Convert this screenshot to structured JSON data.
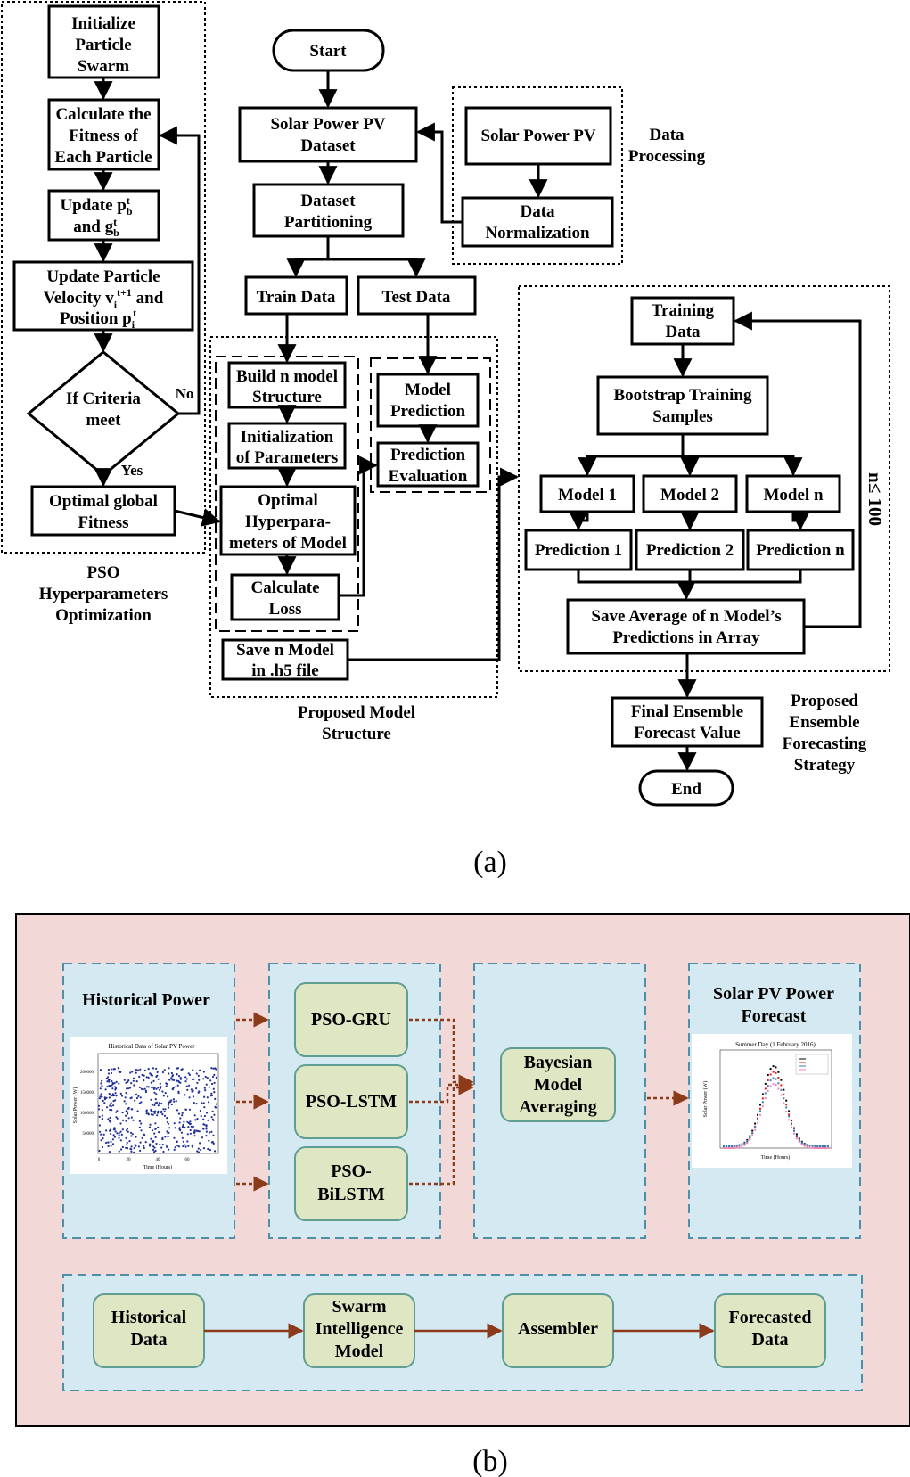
{
  "panel_a": {
    "caption": "(a)",
    "pso": {
      "init": [
        "Initialize",
        "Particle",
        "Swarm"
      ],
      "fitness": [
        "Calculate the",
        "Fitness of",
        "Each Particle"
      ],
      "update_pb_l1": "Update p",
      "update_pb_sup": "t",
      "update_pb_sub": "b",
      "update_pb_l2": "and g",
      "update_gb_sup": "t",
      "update_gb_sub": "b",
      "velocity_l1": "Update Particle",
      "velocity_l2a": "Velocity v",
      "velocity_sub": "i",
      "velocity_sup": "t+1",
      "velocity_l2b": " and",
      "velocity_l3a": "Position p",
      "velocity_l3sub": "i",
      "velocity_l3sup": "t",
      "criteria": [
        "If Criteria",
        "meet"
      ],
      "no": "No",
      "yes": "Yes",
      "optimal": [
        "Optimal global",
        "Fitness"
      ],
      "section_label": [
        "PSO",
        "Hyperparameters",
        "Optimization"
      ]
    },
    "main": {
      "start": "Start",
      "dataset": [
        "Solar Power PV",
        "Dataset"
      ],
      "partition": [
        "Dataset",
        "Partitioning"
      ],
      "train": "Train Data",
      "test": "Test Data",
      "build": [
        "Build n model",
        "Structure"
      ],
      "init_params": [
        "Initialization",
        "of Parameters"
      ],
      "optimal_hp": [
        "Optimal",
        "Hyperpara-",
        "meters of Model"
      ],
      "calc_loss": [
        "Calculate",
        "Loss"
      ],
      "save_model": [
        "Save n Model",
        "in .h5 file"
      ],
      "model_pred": [
        "Model",
        "Prediction"
      ],
      "pred_eval": [
        "Prediction",
        "Evaluation"
      ],
      "section_label": [
        "Proposed Model",
        "Structure"
      ]
    },
    "processing": {
      "solar_pv": "Solar Power  PV",
      "normalization": [
        "Data",
        "Normalization"
      ],
      "section_label": [
        "Data",
        "Processing"
      ]
    },
    "ensemble": {
      "training": [
        "Training",
        "Data"
      ],
      "bootstrap": [
        "Bootstrap Training",
        "Samples"
      ],
      "models": [
        "Model 1",
        "Model 2",
        "Model n"
      ],
      "predictions": [
        "Prediction 1",
        "Prediction 2",
        "Prediction n"
      ],
      "save_avg": [
        "Save Average of n Model’s",
        "Predictions in Array"
      ],
      "loop_label": "n≤ 100",
      "final": [
        "Final Ensemble",
        "Forecast Value"
      ],
      "end": "End",
      "section_label": [
        "Proposed",
        "Ensemble",
        "Forecasting",
        "Strategy"
      ]
    }
  },
  "panel_b": {
    "caption": "(b)",
    "historical_title": "Historical Power",
    "hist_chart_title": "Historical Data of Solar PV Power",
    "hist_chart_ylabel": "Solar Power (W)",
    "hist_chart_xlabel": "Time (Hours)",
    "hist_y_ticks": [
      "200000",
      "150000",
      "100000",
      "50000"
    ],
    "hist_x_ticks": [
      "0",
      "20",
      "40",
      "60"
    ],
    "models": [
      "PSO-GRU",
      "PSO-LSTM",
      [
        "PSO-",
        "BiLSTM"
      ]
    ],
    "bma": [
      "Bayesian",
      "Model",
      "Averaging"
    ],
    "forecast_title": [
      "Solar PV Power",
      "Forecast"
    ],
    "fc_chart_title": "Summer Day (1 February 2016)",
    "fc_chart_xlabel": "Time (Hours)",
    "fc_chart_ylabel": "Solar Power (W)",
    "pipeline": [
      [
        "Historical",
        "Data"
      ],
      [
        "Swarm",
        "Intelligence",
        "Model"
      ],
      [
        "Assembler"
      ],
      [
        "Forecasted",
        "Data"
      ]
    ],
    "colors": {
      "background": "#f2d9d8",
      "panel": "#d4e9f1",
      "node": "#dfe6c4",
      "node_border": "#5f9e91",
      "arrow": "#8b3a1a",
      "dash": "#4f8fa8"
    }
  }
}
